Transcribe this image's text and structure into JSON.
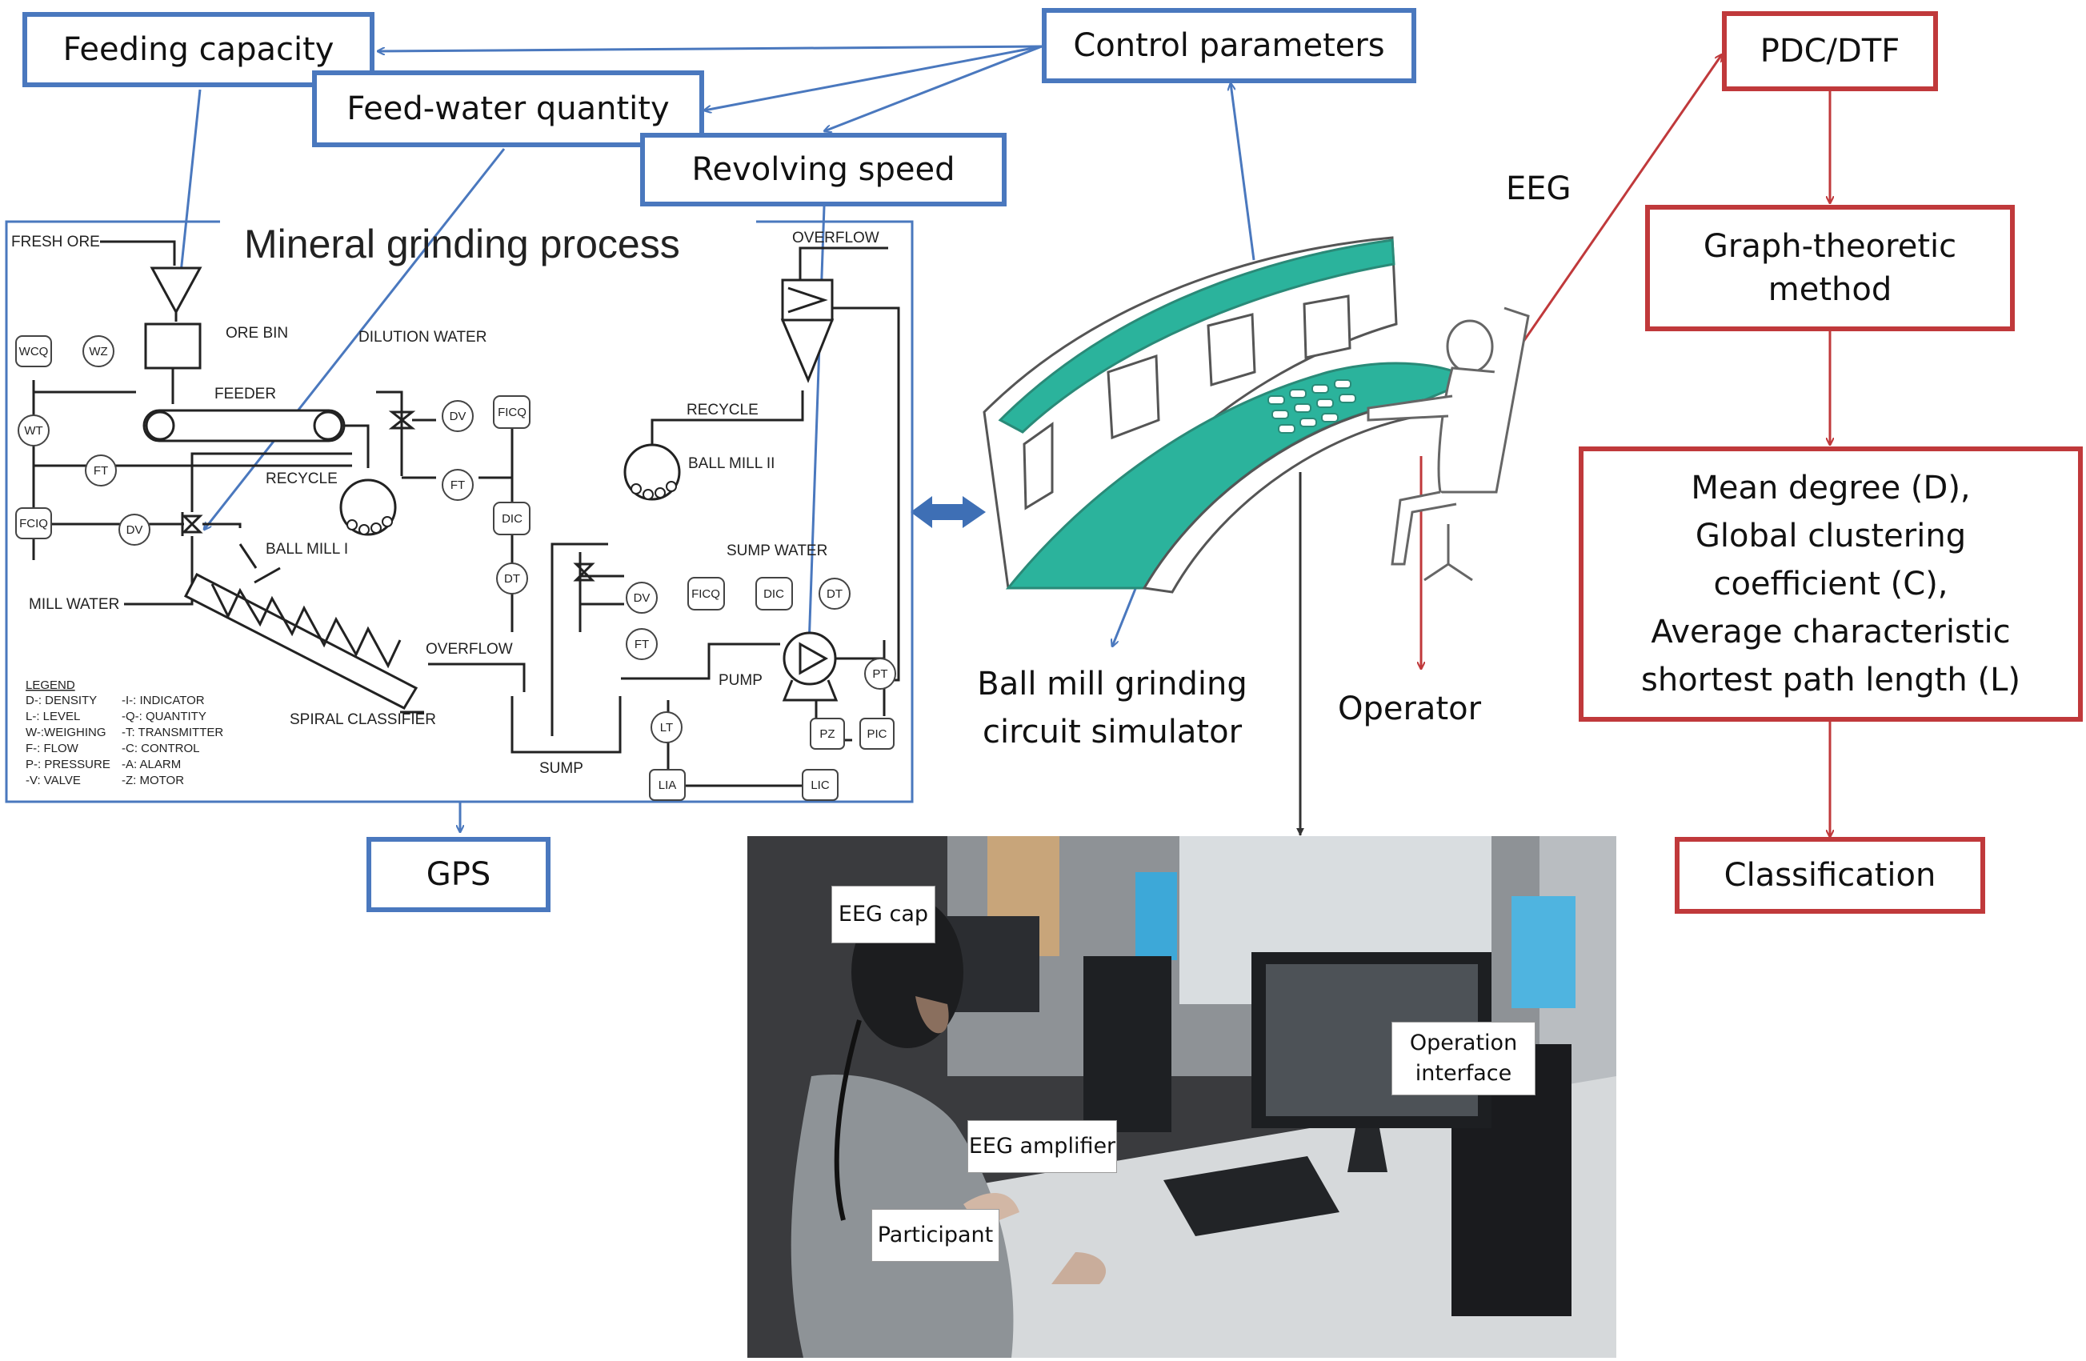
{
  "process": {
    "title": "Mineral grinding process",
    "labels": {
      "fresh_ore": "FRESH ORE",
      "ore_bin": "ORE BIN",
      "dilution_water": "DILUTION WATER",
      "feeder": "FEEDER",
      "recycle_1": "RECYCLE",
      "recycle_2": "RECYCLE",
      "ball_mill_1": "BALL MILL I",
      "ball_mill_2": "BALL MILL II",
      "mill_water": "MILL WATER",
      "spiral_classifier": "SPIRAL CLASSIFIER",
      "overflow_1": "OVERFLOW",
      "overflow_2": "OVERFLOW",
      "sump_water": "SUMP WATER",
      "pump": "PUMP",
      "sump": "SUMP"
    },
    "instruments": {
      "wcq": "WCQ",
      "wz": "WZ",
      "wt": "WT",
      "ft1": "FT",
      "fciq1": "FCIQ",
      "dv1": "DV",
      "dv2": "DV",
      "ficq1": "FICQ",
      "ft2": "FT",
      "dic1": "DIC",
      "dt1": "DT",
      "dv3": "DV",
      "ficq2": "FICQ",
      "dic2": "DIC",
      "dt2": "DT",
      "ft3": "FT",
      "lt": "LT",
      "pt": "PT",
      "pz": "PZ",
      "pic": "PIC",
      "lia": "LIA",
      "lic": "LIC"
    },
    "legend": {
      "title": "LEGEND",
      "left": [
        "D-: DENSITY",
        "L-: LEVEL",
        "W-:WEIGHING",
        "F-: FLOW",
        "P-: PRESSURE",
        "-V: VALVE"
      ],
      "right": [
        "-I-: INDICATOR",
        "-Q-: QUANTITY",
        "-T: TRANSMITTER",
        "-C: CONTROL",
        "-A: ALARM",
        "-Z: MOTOR"
      ]
    }
  },
  "boxes": {
    "feeding_capacity": "Feeding capacity",
    "feed_water_quantity": "Feed-water quantity",
    "revolving_speed": "Revolving speed",
    "control_parameters": "Control parameters",
    "gps": "GPS",
    "pdc_dtf": "PDC/DTF",
    "graph_theoretic_line1": "Graph-theoretic",
    "graph_theoretic_line2": "method",
    "features_line1": "Mean degree (D),",
    "features_line2": "Global clustering",
    "features_line3": "coefficient (C),",
    "features_line4": "Average characteristic",
    "features_line5": "shortest path length (L)",
    "classification": "Classification"
  },
  "labels": {
    "eeg": "EEG",
    "simulator_line1": "Ball mill grinding",
    "simulator_line2": "circuit simulator",
    "operator": "Operator"
  },
  "photo": {
    "eeg_cap": "EEG cap",
    "operation_interface_line1": "Operation",
    "operation_interface_line2": "interface",
    "eeg_amplifier": "EEG amplifier",
    "participant": "Participant"
  },
  "colors": {
    "blue": "#4a78be",
    "red": "#c0393b",
    "teal": "#2bb39c",
    "dark_arrow": "#333333"
  }
}
